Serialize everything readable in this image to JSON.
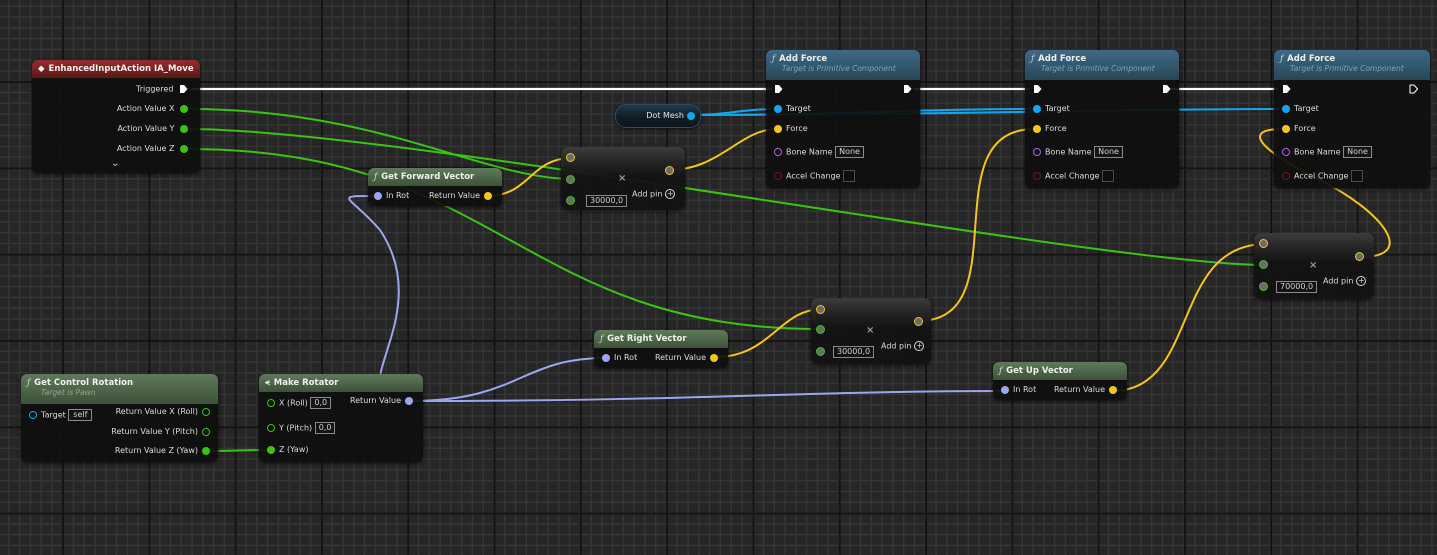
{
  "graph": {
    "colors": {
      "exec": "#ffffff",
      "float": "#39c414",
      "vector": "#f6c51d",
      "rotator": "#9aa6f0",
      "object": "#13a6f0",
      "name": "#b65ef0",
      "byte": "#7a1414"
    }
  },
  "event_node": {
    "title": "EnhancedInputAction IA_Move",
    "pins": [
      "Triggered",
      "Action Value X",
      "Action Value Y",
      "Action Value Z"
    ],
    "expand_glyph": "⌄"
  },
  "forward_vector": {
    "title": "Get Forward Vector",
    "in": "In Rot",
    "out": "Return Value"
  },
  "right_vector": {
    "title": "Get Right Vector",
    "in": "In Rot",
    "out": "Return Value"
  },
  "up_vector": {
    "title": "Get Up Vector",
    "in": "In Rot",
    "out": "Return Value"
  },
  "multiply_nodes": [
    {
      "symbol": "×",
      "value": "30000,0",
      "add_pin": "Add pin"
    },
    {
      "symbol": "×",
      "value": "30000,0",
      "add_pin": "Add pin"
    },
    {
      "symbol": "×",
      "value": "70000,0",
      "add_pin": "Add pin"
    }
  ],
  "dot_mesh": {
    "label": "Dot Mesh"
  },
  "add_force_nodes": [
    {
      "title": "Add Force",
      "subtitle": "Target is Primitive Component",
      "target": "Target",
      "force": "Force",
      "bone_name": "Bone Name",
      "bone_value": "None",
      "accel_change": "Accel Change"
    },
    {
      "title": "Add Force",
      "subtitle": "Target is Primitive Component",
      "target": "Target",
      "force": "Force",
      "bone_name": "Bone Name",
      "bone_value": "None",
      "accel_change": "Accel Change"
    },
    {
      "title": "Add Force",
      "subtitle": "Target is Primitive Component",
      "target": "Target",
      "force": "Force",
      "bone_name": "Bone Name",
      "bone_value": "None",
      "accel_change": "Accel Change"
    }
  ],
  "control_rotation": {
    "title": "Get Control Rotation",
    "subtitle": "Target is Pawn",
    "target": "Target",
    "target_value": "self",
    "outputs": [
      "Return Value X (Roll)",
      "Return Value Y (Pitch)",
      "Return Value Z (Yaw)"
    ]
  },
  "make_rotator": {
    "title": "Make Rotator",
    "inputs": [
      {
        "label": "X (Roll)",
        "value": "0,0"
      },
      {
        "label": "Y (Pitch)",
        "value": "0,0"
      },
      {
        "label": "Z (Yaw)"
      }
    ],
    "out": "Return Value"
  },
  "icons": {
    "function": "ƒ",
    "event": "◆",
    "make": "⪪"
  }
}
